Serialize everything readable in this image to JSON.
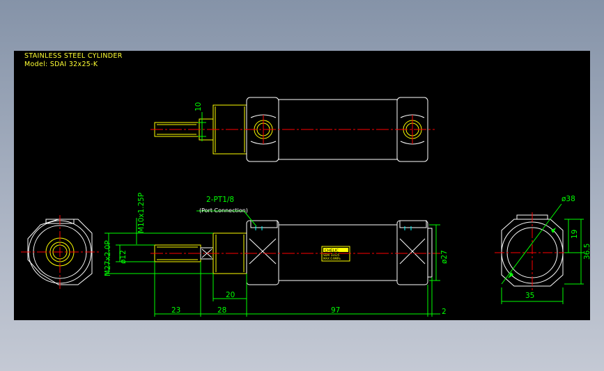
{
  "drawing": {
    "title_line1": "STAINLESS STEEL CYLINDER",
    "title_line2": "Model: SDAI 32x25-K"
  },
  "dimensions": {
    "top_rod_height": "10",
    "port_label": "2-PT1/8",
    "port_note": "(Port Connection)",
    "rod_thread": "M10x1.25P",
    "body_thread": "M27x2.0P",
    "rod_dia": "ø12",
    "body_dia": "ø27",
    "rod_len": "23",
    "nose_len": "28",
    "thread_len": "20",
    "body_len": "97",
    "end_len": "2",
    "end_dia": "ø38",
    "end_19": "19",
    "end_365": "36.5",
    "end_width": "35"
  },
  "label_plate": {
    "brand": "CHELIC",
    "line1": "SDAI 32x25",
    "line2": "MAX 0.9MPa"
  },
  "colors": {
    "line_white": "#ffffff",
    "line_yellow": "#ffff00",
    "center_red": "#ff0000",
    "dim_green": "#00ff00",
    "hatch_cyan": "#00ffff"
  }
}
